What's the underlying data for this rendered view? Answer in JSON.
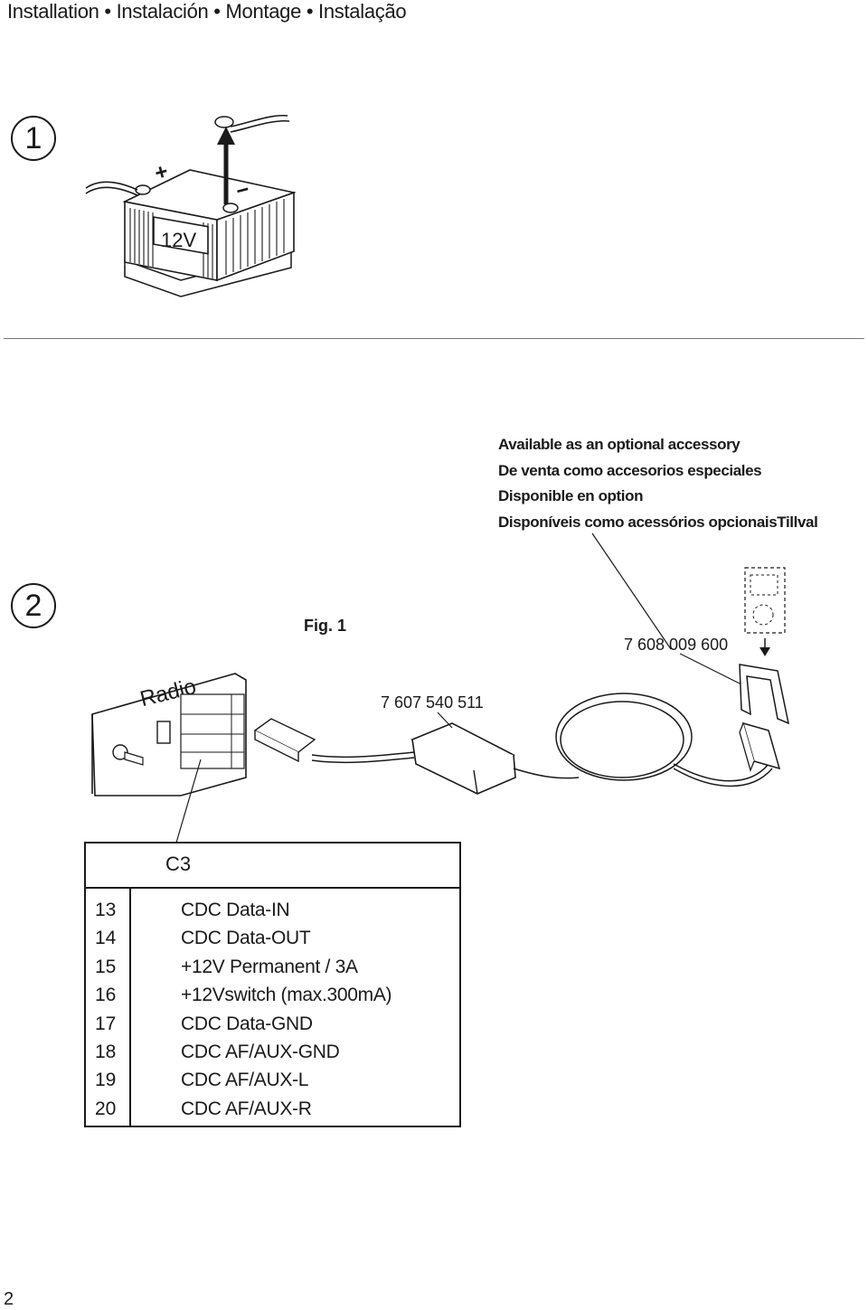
{
  "header": {
    "title": "Installation • Instalación • Montage • Instalação"
  },
  "step1": {
    "number": "1",
    "battery_label": "12V",
    "plus_sign": "+",
    "minus_sign": "−"
  },
  "step2": {
    "number": "2",
    "accessory_lines": [
      "Available as an optional accessory",
      "De venta como accesorios especiales",
      "Disponible en option",
      "Disponíveis como acessórios opcionaisTillval"
    ],
    "fig_label": "Fig. 1",
    "radio_label": "Radio",
    "part_interface": "7 607 540 511",
    "part_dock": "7 608 009 600"
  },
  "pin_table": {
    "header": "C3",
    "rows": [
      {
        "pin": "13",
        "label": "CDC Data-IN"
      },
      {
        "pin": "14",
        "label": "CDC Data-OUT"
      },
      {
        "pin": "15",
        "label": "+12V Permanent / 3A"
      },
      {
        "pin": "16",
        "label": "+12Vswitch (max.300mA)"
      },
      {
        "pin": "17",
        "label": "CDC Data-GND"
      },
      {
        "pin": "18",
        "label": "CDC AF/AUX-GND"
      },
      {
        "pin": "19",
        "label": "CDC AF/AUX-L"
      },
      {
        "pin": "20",
        "label": "CDC AF/AUX-R"
      }
    ]
  },
  "footer": {
    "page_number": "2"
  }
}
